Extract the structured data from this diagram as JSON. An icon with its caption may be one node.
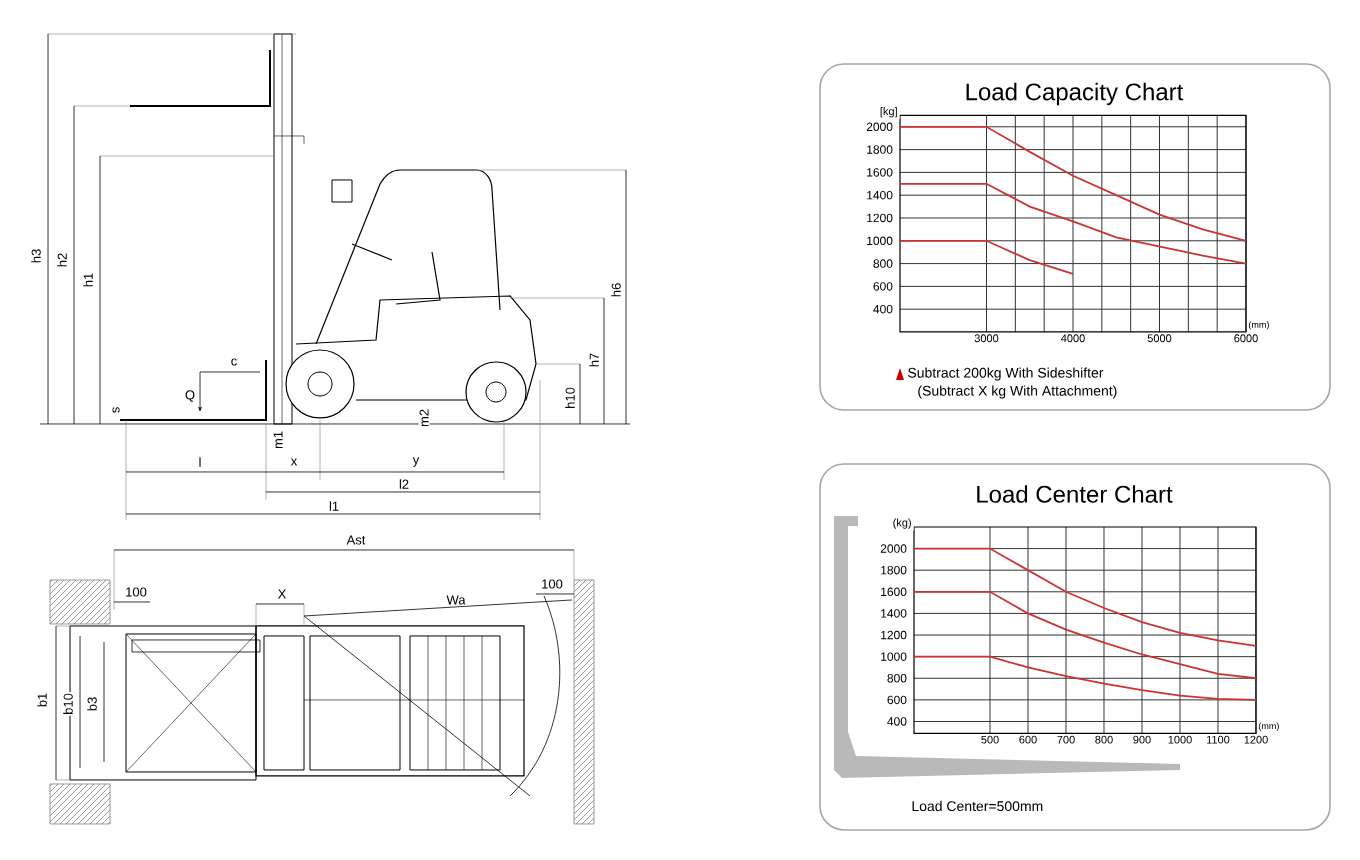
{
  "diagram": {
    "labels": [
      "h3",
      "h2",
      "h1",
      "c",
      "Q",
      "s",
      "m1",
      "m2",
      "h6",
      "h7",
      "h10",
      "l",
      "x",
      "y",
      "l2",
      "l1",
      "Ast",
      "100",
      "X",
      "Wa",
      "100",
      "b1",
      "b10",
      "b3"
    ],
    "chart_data": [
      {
        "type": "line",
        "title": "Load Capacity Chart",
        "xlabel": "(mm)",
        "ylabel": "[kg]",
        "x": [
          2000,
          3000,
          3500,
          4000,
          4500,
          5000,
          5500,
          6000
        ],
        "xlim": [
          2000,
          6000
        ],
        "ylim": [
          200,
          2100
        ],
        "xticks": [
          3000,
          4000,
          5000,
          6000
        ],
        "grid": true,
        "yticks": [
          400,
          600,
          800,
          1000,
          1200,
          1400,
          1600,
          1800,
          2000
        ],
        "series": [
          {
            "color": "#cc3333",
            "values": [
              2000,
              2000,
              1780,
              1570,
              1400,
              1230,
              1100,
              1000
            ]
          },
          {
            "color": "#cc3333",
            "values": [
              1500,
              1500,
              1300,
              1170,
              1030,
              950,
              870,
              800
            ]
          },
          {
            "color": "#cc3333",
            "values": [
              1000,
              1000,
              830,
              710,
              null,
              null,
              null,
              null
            ]
          }
        ],
        "annotations": [
          "Subtract 200kg With Sideshifter",
          "(Subtract X kg With Attachment)"
        ]
      },
      {
        "type": "line",
        "title": "Load Center Chart",
        "xlabel": "(mm)",
        "ylabel": "(kg)",
        "x": [
          300,
          500,
          600,
          700,
          800,
          900,
          1000,
          1100,
          1200
        ],
        "xlim": [
          300,
          1200
        ],
        "ylim": [
          290,
          2200
        ],
        "xticks": [
          500,
          600,
          700,
          800,
          900,
          1000,
          1100,
          1200
        ],
        "grid": true,
        "yticks": [
          400,
          600,
          800,
          1000,
          1200,
          1400,
          1600,
          1800,
          2000
        ],
        "series": [
          {
            "color": "#cc3333",
            "values": [
              2000,
              2000,
              1800,
              1600,
              1450,
              1320,
              1220,
              1150,
              1100
            ]
          },
          {
            "color": "#cc3333",
            "values": [
              1600,
              1600,
              1400,
              1250,
              1130,
              1020,
              930,
              840,
              800
            ]
          },
          {
            "color": "#cc3333",
            "values": [
              1000,
              1000,
              900,
              820,
              750,
              690,
              640,
              610,
              600
            ]
          }
        ],
        "annotations": [
          "Load Center=500mm"
        ]
      }
    ]
  }
}
